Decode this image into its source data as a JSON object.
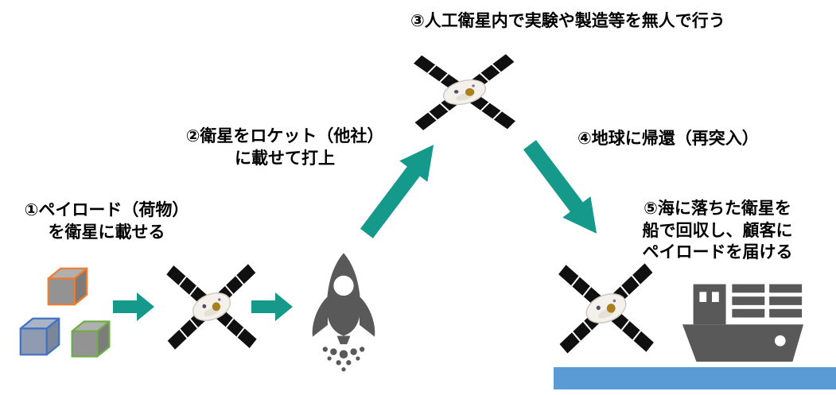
{
  "diagram": {
    "title": "satellite-payload-service-flow",
    "steps": {
      "step1": {
        "lines": [
          "①ペイロード（荷物）",
          "を衛星に載せる"
        ]
      },
      "step2": {
        "lines": [
          "②衛星をロケット（他社）",
          "に載せて打上"
        ]
      },
      "step3": {
        "lines": [
          "③人工衛星内で実験や製造等を無人で行う"
        ]
      },
      "step4": {
        "lines": [
          "④地球に帰還（再突入）"
        ]
      },
      "step5": {
        "lines": [
          "⑤海に落ちた衛星を",
          "船で回収し、顧客に",
          "ペイロードを届ける"
        ]
      }
    },
    "icons": {
      "payload_cubes": "three payload cargo cubes",
      "satellite": "x-wing solar panel satellite",
      "rocket": "launch rocket silhouette",
      "ship": "recovery cargo ship silhouette",
      "sea": "sea water bar",
      "arrows": "teal process flow arrows"
    },
    "colors": {
      "arrow": "#14998A",
      "icon_gray": "#595959",
      "sea": "#5B9BD5",
      "panel_black": "#101010",
      "cube_orange": "#ED7D31",
      "cube_blue": "#4472C4",
      "cube_green": "#70AD47"
    }
  }
}
